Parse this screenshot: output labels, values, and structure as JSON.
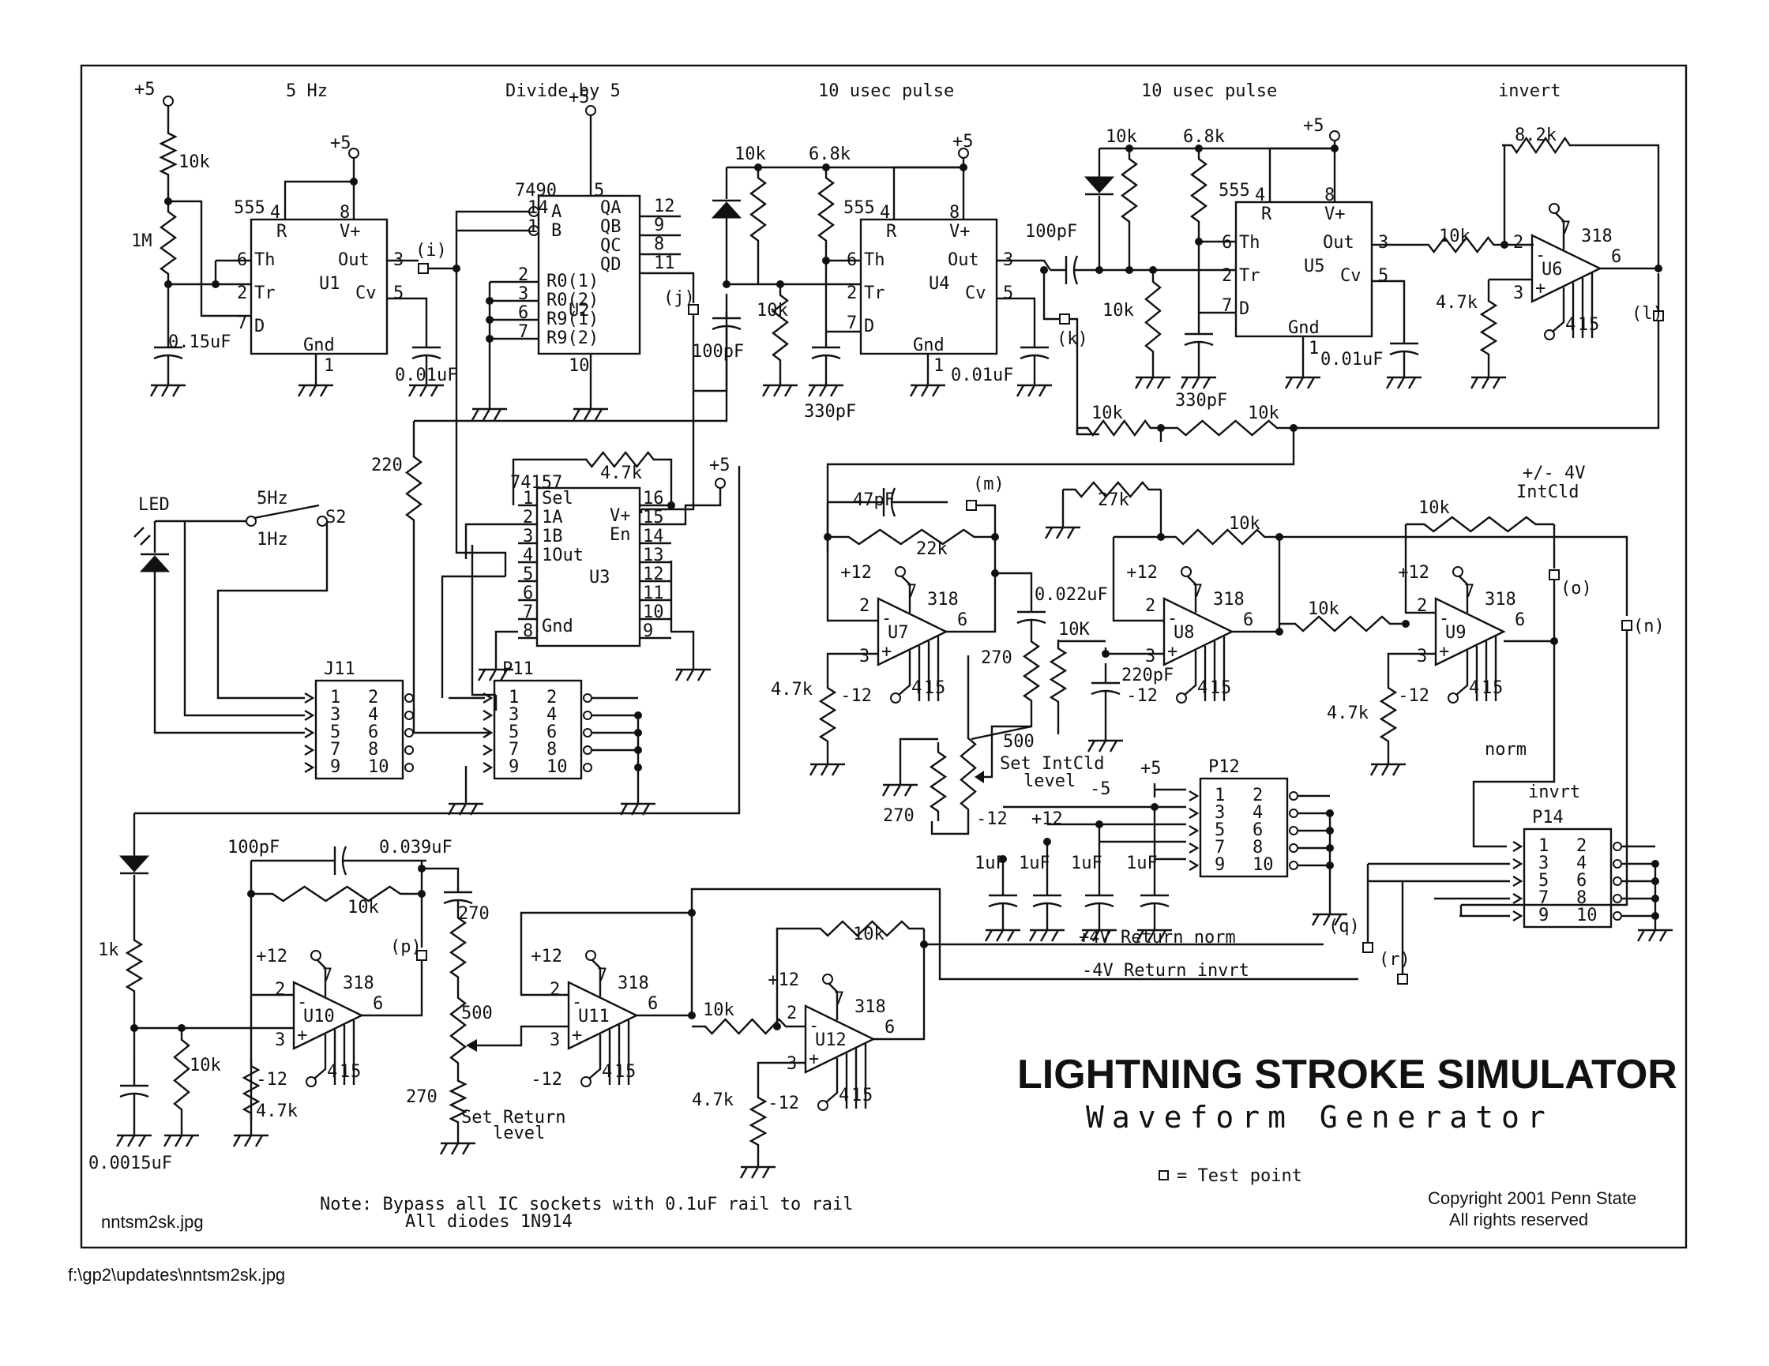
{
  "title": "LIGHTNING STROKE SIMULATOR",
  "subtitle": "Waveform Generator",
  "legend_tp": "= Test point",
  "copyright": [
    "Copyright 2001 Penn State",
    "All rights reserved"
  ],
  "file_inside": "nntsm2sk.jpg",
  "file_path": "f:\\gp2\\updates\\nntsm2sk.jpg",
  "note": [
    "Note: Bypass all IC sockets with 0.1uF rail to rail",
    "All diodes 1N914"
  ],
  "stage_labels": [
    "5 Hz",
    "Divide by 5",
    "10 usec pulse",
    "10 usec pulse",
    "invert"
  ],
  "chips": {
    "u1": {
      "ref": "U1",
      "type": "555",
      "pins": [
        "4",
        "8",
        "6",
        "2",
        "7",
        "1",
        "3",
        "5"
      ],
      "pin_names": [
        "R",
        "V+",
        "Th",
        "Tr",
        "D",
        "Gnd",
        "Out",
        "Cv"
      ]
    },
    "u4": {
      "ref": "U4",
      "type": "555",
      "pins": [
        "4",
        "8",
        "6",
        "2",
        "7",
        "1",
        "3",
        "5"
      ],
      "pin_names": [
        "R",
        "V+",
        "Th",
        "Tr",
        "D",
        "Gnd",
        "Out",
        "Cv"
      ]
    },
    "u5": {
      "ref": "U5",
      "type": "555",
      "pins": [
        "4",
        "8",
        "6",
        "2",
        "7",
        "1",
        "3",
        "5"
      ],
      "pin_names": [
        "R",
        "V+",
        "Th",
        "Tr",
        "D",
        "Gnd",
        "Out",
        "Cv"
      ]
    },
    "u2": {
      "ref": "U2",
      "type": "7490",
      "pins": [
        "5",
        "14",
        "1",
        "2",
        "3",
        "6",
        "7",
        "10",
        "12",
        "9",
        "8",
        "11"
      ],
      "pin_names": [
        "A",
        "B",
        "R0(1)",
        "R0(2)",
        "R9(1)",
        "R9(2)",
        "QA",
        "QB",
        "QC",
        "QD"
      ]
    },
    "u3": {
      "ref": "U3",
      "type": "74157",
      "pins": [
        "1",
        "2",
        "3",
        "4",
        "5",
        "6",
        "7",
        "8",
        "16",
        "15",
        "14",
        "13",
        "12",
        "11",
        "10",
        "9"
      ],
      "pin_names": [
        "Sel",
        "1A",
        "1B",
        "1Out",
        "Gnd",
        "V+",
        "En"
      ]
    }
  },
  "opamps": [
    {
      "ref": "U6",
      "type": "318"
    },
    {
      "ref": "U7",
      "type": "318"
    },
    {
      "ref": "U8",
      "type": "318"
    },
    {
      "ref": "U9",
      "type": "318"
    },
    {
      "ref": "U10",
      "type": "318"
    },
    {
      "ref": "U11",
      "type": "318"
    },
    {
      "ref": "U12",
      "type": "318"
    }
  ],
  "opamp_pins": [
    "2",
    "3",
    "6",
    "7",
    "4",
    "1",
    "5"
  ],
  "connectors": {
    "j11": {
      "ref": "J11",
      "pins": [
        [
          "1",
          "2"
        ],
        [
          "3",
          "4"
        ],
        [
          "5",
          "6"
        ],
        [
          "7",
          "8"
        ],
        [
          "9",
          "10"
        ]
      ]
    },
    "p11": {
      "ref": "P11",
      "pins": [
        [
          "1",
          "2"
        ],
        [
          "3",
          "4"
        ],
        [
          "5",
          "6"
        ],
        [
          "7",
          "8"
        ],
        [
          "9",
          "10"
        ]
      ]
    },
    "p12": {
      "ref": "P12",
      "pins": [
        [
          "1",
          "2"
        ],
        [
          "3",
          "4"
        ],
        [
          "5",
          "6"
        ],
        [
          "7",
          "8"
        ],
        [
          "9",
          "10"
        ]
      ]
    },
    "p14": {
      "ref": "P14",
      "pins": [
        [
          "1",
          "2"
        ],
        [
          "3",
          "4"
        ],
        [
          "5",
          "6"
        ],
        [
          "7",
          "8"
        ],
        [
          "9",
          "10"
        ]
      ]
    }
  },
  "test_points": [
    "(i)",
    "(j)",
    "(k)",
    "(l)",
    "(m)",
    "(n)",
    "(o)",
    "(p)",
    "(q)",
    "(r)"
  ],
  "components": {
    "r_10k": "10k",
    "r_1m": "1M",
    "c_015": "0.15uF",
    "c_001": "0.01uF",
    "c_100p": "100pF",
    "r_68k": "6.8k",
    "c_330p": "330pF",
    "r_82k": "8.2k",
    "r_47k": "4.7k",
    "r_220": "220",
    "c_47p": "47pF",
    "r_22k": "22k",
    "c_0022": "0.022uF",
    "r_270": "270",
    "r_500": "500",
    "r_27k": "27k",
    "r_10K": "10K",
    "c_220p": "220pF",
    "c_1u": "1uF",
    "c_0039": "0.039uF",
    "r_1k": "1k",
    "c_00015": "0.0015uF"
  },
  "rails": {
    "p5": "+5",
    "p12": "+12",
    "m12": "-12",
    "m5": "-5",
    "pm4": "+/- 4V",
    "intcld": "IntCld"
  },
  "misc": {
    "led": "LED",
    "s2": "S2",
    "sw_5hz": "5Hz",
    "sw_1hz": "1Hz",
    "set_intcld": "Set IntCld",
    "level": "level",
    "set_return": "Set Return",
    "norm": "norm",
    "invrt": "invrt",
    "ret_norm": "+4V Return  norm",
    "ret_invrt": "-4V Return  invrt"
  }
}
